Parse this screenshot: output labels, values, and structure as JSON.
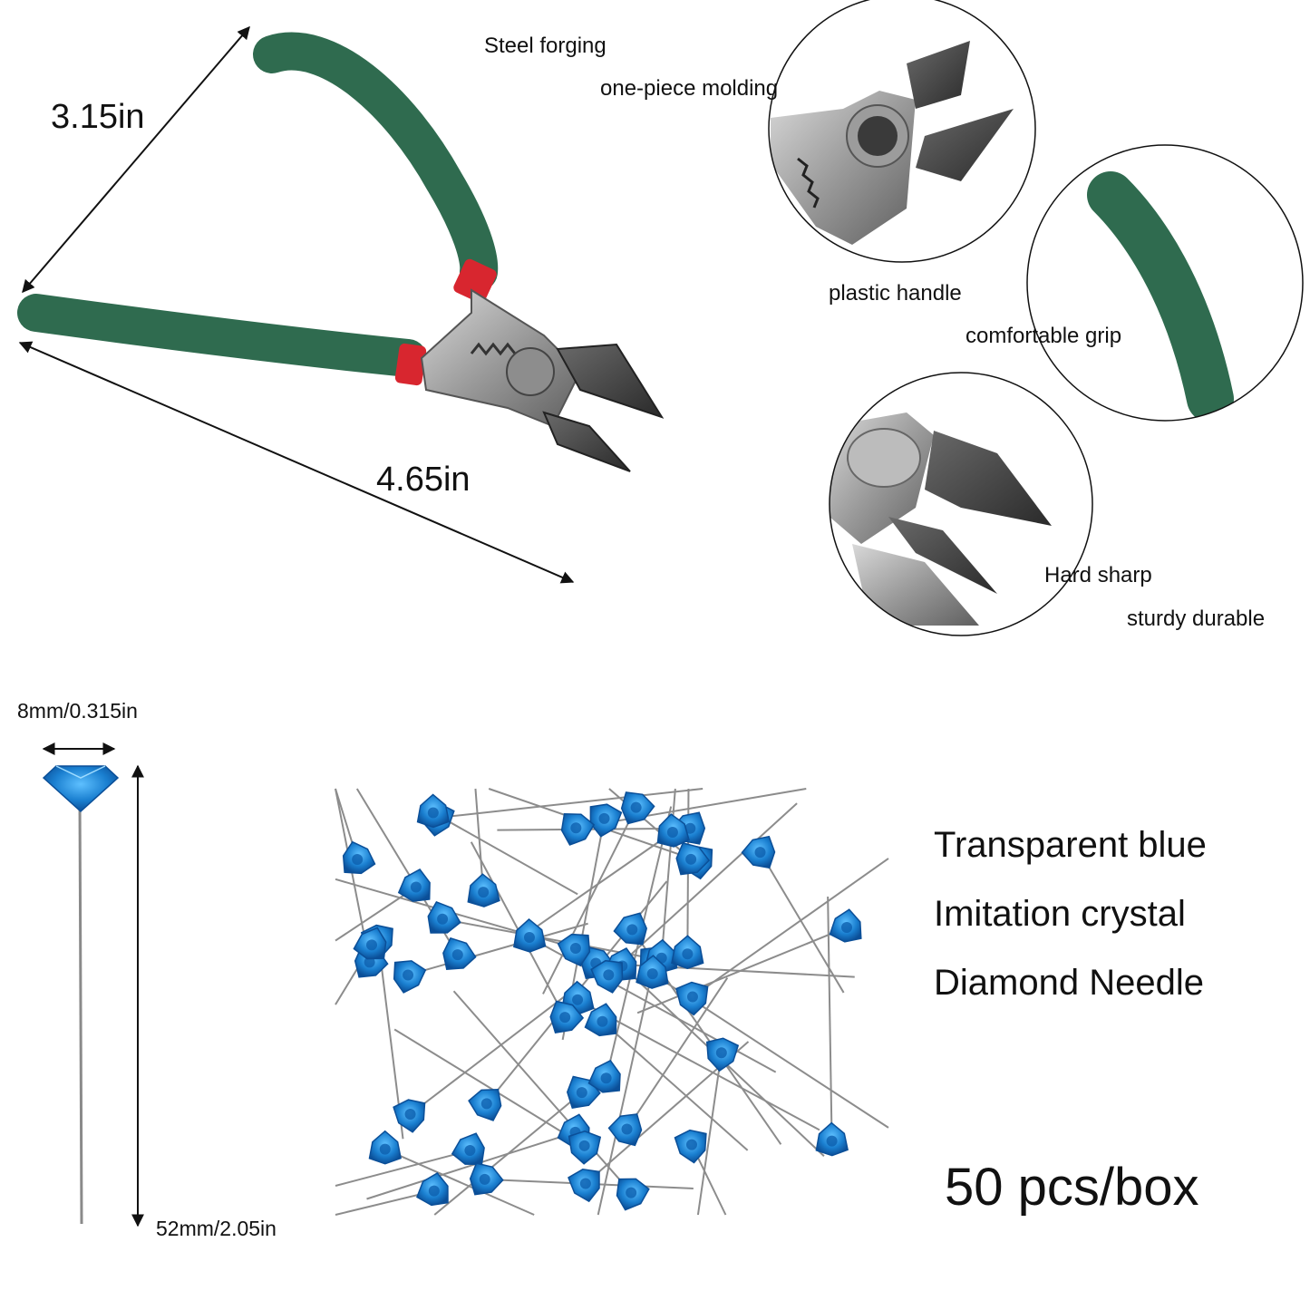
{
  "pliers": {
    "width_label": "3.15in",
    "length_label": "4.65in",
    "callouts": {
      "steel": "Steel forging",
      "molding": "one-piece molding",
      "handle": "plastic handle",
      "grip": "comfortable grip",
      "sharp": "Hard sharp",
      "durable": "sturdy durable"
    }
  },
  "pin": {
    "head_label": "8mm/0.315in",
    "length_label": "52mm/2.05in"
  },
  "features": {
    "line1": "Transparent blue",
    "line2": "Imitation crystal",
    "line3": "Diamond Needle",
    "count": "50 pcs/box"
  },
  "colors": {
    "handle_green": "#2f6b4f",
    "band_red": "#d8262f",
    "steel": "#9a9a9a",
    "crystal_blue": "#1a7fd0"
  }
}
